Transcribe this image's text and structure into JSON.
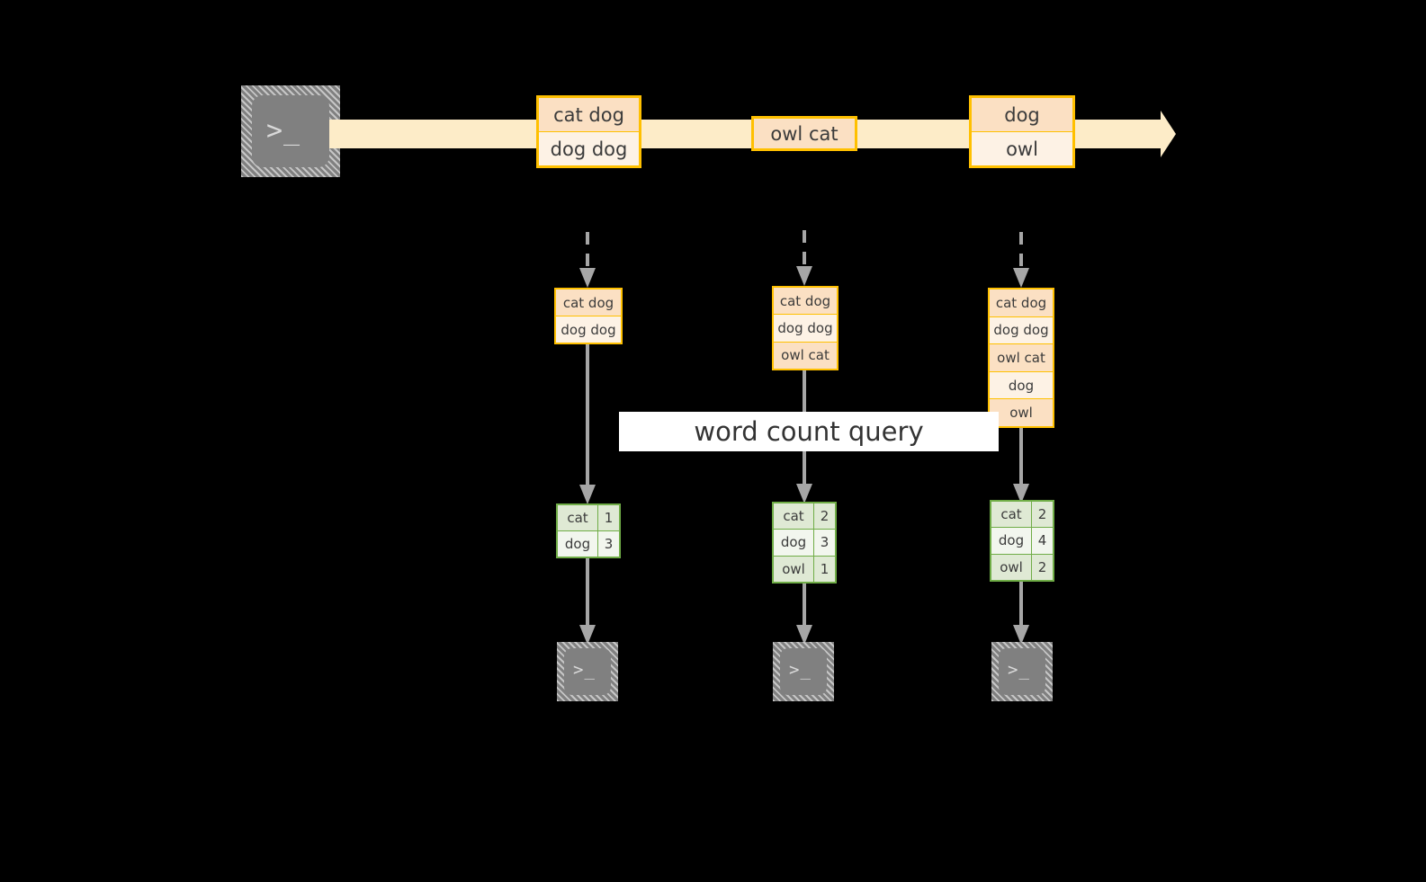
{
  "diagram": {
    "title_label": "word count query",
    "colors": {
      "background": "#000000",
      "stream_band": "#fdecc8",
      "record_border": "#ffc000",
      "record_fill_dark": "#fbe0c3",
      "record_fill_light": "#fdf2e5",
      "result_border": "#70ad47",
      "result_fill_dark": "#dfe9d4",
      "result_fill_light": "#f2f6ee",
      "connector": "#a6a6a6",
      "icon_fill": "#808080",
      "label_fill": "#ffffff"
    },
    "icons": {
      "source_terminal": "terminal-icon",
      "sink_terminal": "terminal-icon",
      "prompt_glyph": ">_"
    },
    "stream": {
      "records": [
        {
          "lines": [
            "cat dog",
            "dog dog"
          ]
        },
        {
          "lines": [
            "owl cat"
          ]
        },
        {
          "lines": [
            "dog",
            "owl"
          ]
        }
      ]
    },
    "snapshots": [
      {
        "id": "snapshot-1",
        "lines": [
          "cat dog",
          "dog dog"
        ],
        "results": [
          {
            "word": "cat",
            "count": "1"
          },
          {
            "word": "dog",
            "count": "3"
          }
        ]
      },
      {
        "id": "snapshot-2",
        "lines": [
          "cat dog",
          "dog dog",
          "owl cat"
        ],
        "results": [
          {
            "word": "cat",
            "count": "2"
          },
          {
            "word": "dog",
            "count": "3"
          },
          {
            "word": "owl",
            "count": "1"
          }
        ]
      },
      {
        "id": "snapshot-3",
        "lines": [
          "cat dog",
          "dog dog",
          "owl cat",
          "dog",
          "owl"
        ],
        "results": [
          {
            "word": "cat",
            "count": "2"
          },
          {
            "word": "dog",
            "count": "4"
          },
          {
            "word": "owl",
            "count": "2"
          }
        ]
      }
    ]
  }
}
